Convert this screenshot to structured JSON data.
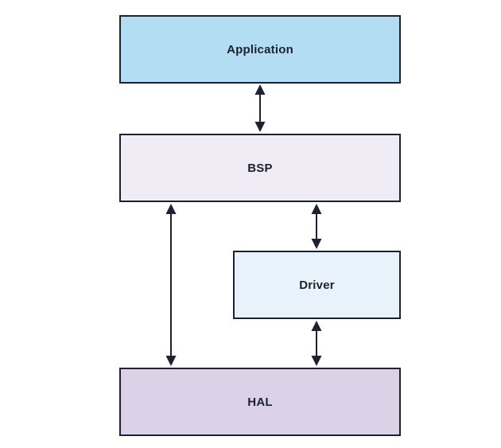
{
  "diagram": {
    "type": "block-diagram",
    "description": "Software stack layering diagram with bidirectional communication arrows",
    "background_color": "#ffffff",
    "border_color": "#1e2230",
    "text_color": "#1e2230",
    "arrow_color": "#1e2230",
    "nodes": [
      {
        "id": "application",
        "label": "Application",
        "fill": "#b2ddf3"
      },
      {
        "id": "bsp",
        "label": "BSP",
        "fill": "#f0ecf6"
      },
      {
        "id": "driver",
        "label": "Driver",
        "fill": "#e8f2fb"
      },
      {
        "id": "hal",
        "label": "HAL",
        "fill": "#dcd2e8"
      }
    ],
    "edges": [
      {
        "from": "application",
        "to": "bsp",
        "bidirectional": true
      },
      {
        "from": "bsp",
        "to": "hal",
        "bidirectional": true
      },
      {
        "from": "bsp",
        "to": "driver",
        "bidirectional": true
      },
      {
        "from": "driver",
        "to": "hal",
        "bidirectional": true
      }
    ]
  }
}
